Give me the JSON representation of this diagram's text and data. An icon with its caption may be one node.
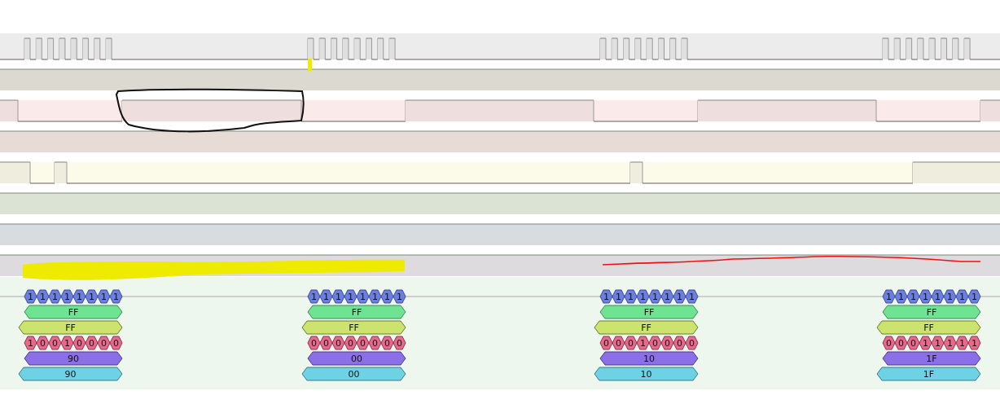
{
  "diagram": {
    "labels": [
      "1",
      "1",
      "1",
      "1",
      "1",
      "1",
      "1",
      "1",
      "1",
      "1",
      "1",
      "1",
      "1",
      "1",
      "1",
      "1",
      "1",
      "1",
      "1",
      "1",
      "1",
      "1",
      "1",
      "1",
      "1",
      "1",
      "1",
      "1",
      "1",
      "1",
      "1",
      "1",
      "FF",
      "FF",
      "FF",
      "FF",
      "FF",
      "FF",
      "FF",
      "FF",
      "1",
      "0",
      "0",
      "1",
      "0",
      "0",
      "0",
      "0",
      "0",
      "0",
      "0",
      "0",
      "0",
      "0",
      "0",
      "0",
      "0",
      "0",
      "0",
      "1",
      "0",
      "0",
      "0",
      "0",
      "0",
      "0",
      "0",
      "1",
      "1",
      "1",
      "1",
      "1",
      "90",
      "00",
      "10",
      "1F",
      "90",
      "00",
      "10",
      "1F"
    ]
  }
}
